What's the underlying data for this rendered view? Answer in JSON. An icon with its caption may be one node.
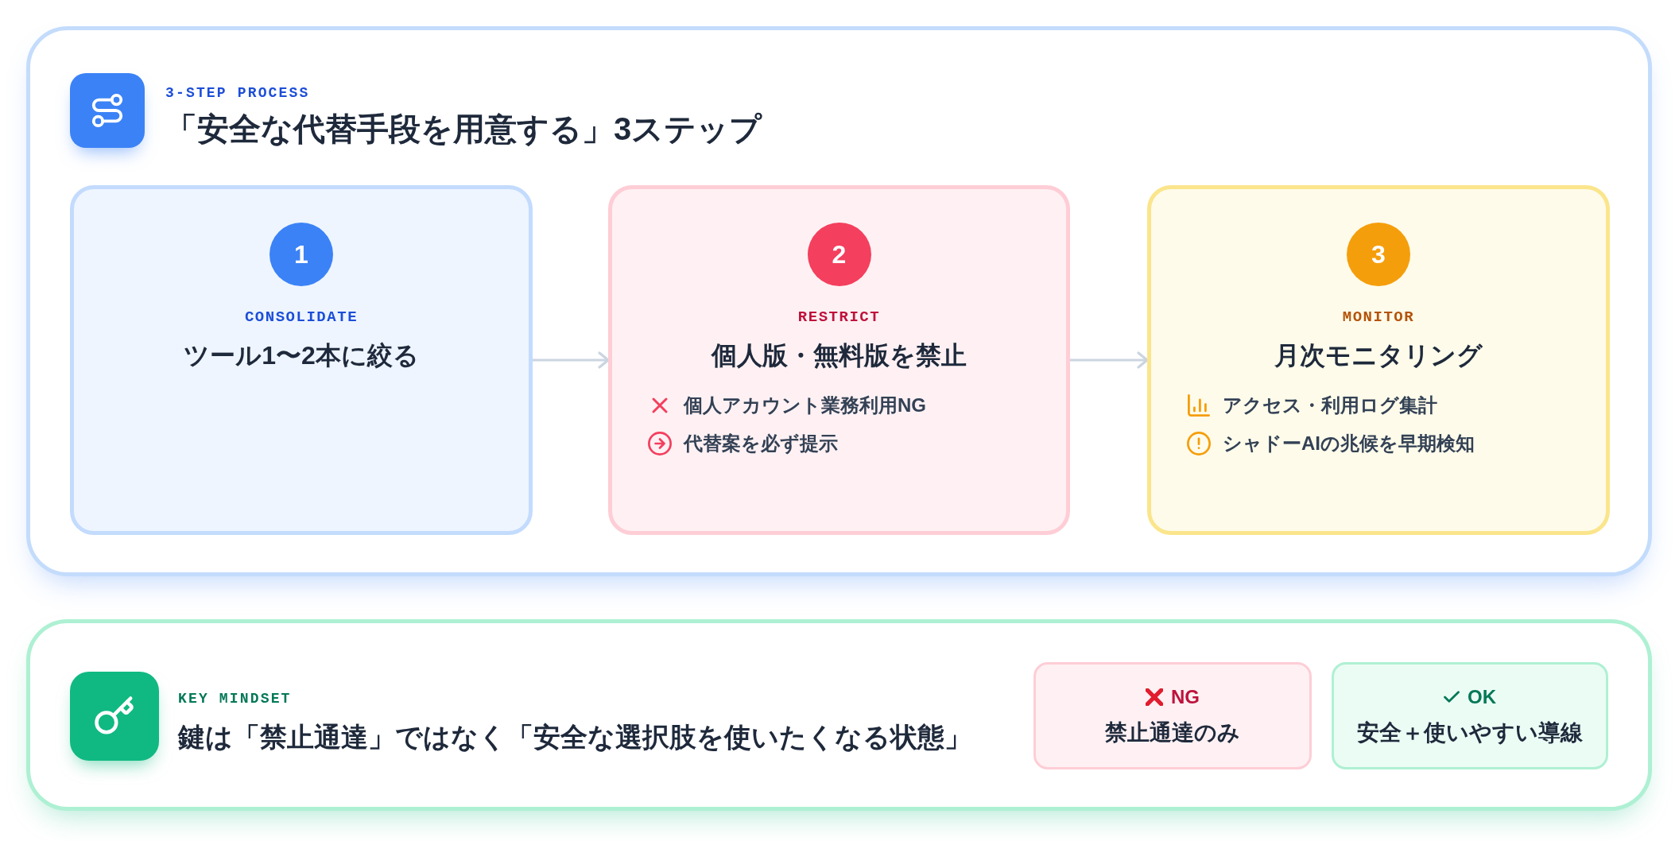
{
  "diagram": {
    "nodes": [
      {
        "text": [
          "3-STEP PROCESS",
          "「安全な代替手段を用意する」3ステップ"
        ]
      },
      {
        "text": [
          "CONSOLIDATE",
          "ツール1〜2本に絞る"
        ],
        "in": 0
      },
      {
        "text": [
          "1"
        ],
        "in": 1
      },
      {
        "text": [
          "RESTRICT",
          "個人版・無料版を禁止",
          "個人アカウント業務利用NG",
          "代替案を必ず提示"
        ],
        "in": 0
      },
      {
        "text": [
          "2"
        ],
        "in": 3
      },
      {
        "text": [
          "MONITOR",
          "月次モニタリング",
          "アクセス・利用ログ集計",
          "シャドーAIの兆候を早期検知"
        ],
        "in": 0
      },
      {
        "text": [
          "3"
        ],
        "in": 5
      },
      {
        "text": [
          "KEY MINDSET",
          "鍵は「禁止通達」ではなく「安全な選択肢を使いたくなる状態」"
        ]
      },
      {
        "text": [
          "NG",
          "禁止通達のみ"
        ],
        "in": 7
      },
      {
        "text": [
          "OK",
          "安全＋使いやすい導線"
        ],
        "in": 7
      }
    ],
    "edges": [
      {
        "from": 1,
        "to": 3,
        "arrow": "to"
      },
      {
        "from": 3,
        "to": 5,
        "arrow": "to"
      }
    ]
  }
}
